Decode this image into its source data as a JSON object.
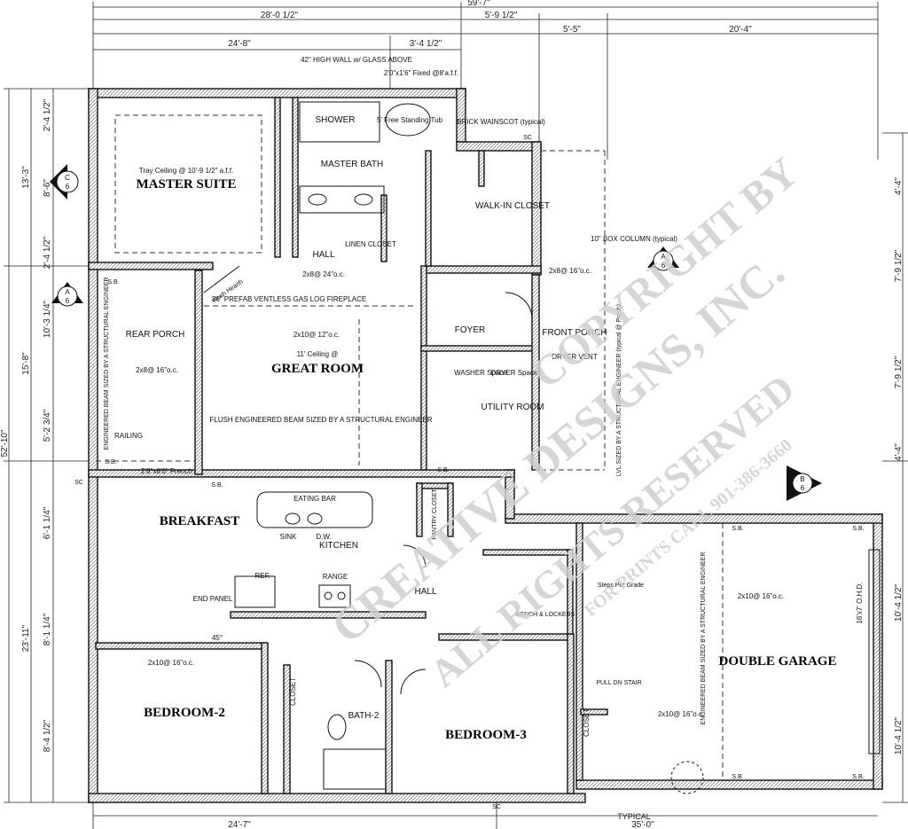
{
  "colors": {
    "ink": "#111111",
    "wall_fill": "#bdbdbd",
    "watermark": "#cfcfcf",
    "paper": "#ffffff"
  },
  "dimensions": {
    "overall": "59'-7\"",
    "top_a": "28'-0 1/2\"",
    "top_b": "5'-9 1/2\"",
    "top_c": "5'-5\"",
    "top_d": "20'-4\"",
    "top_e": "24'-8\"",
    "top_f": "3'-4 1/2\"",
    "left_total": "52'-10\"",
    "left_a": "13'-3\"",
    "left_b": "15'-8\"",
    "left_c": "23'-11\"",
    "left_d": "8'-6\"",
    "left_e": "10'-3 1/4\"",
    "left_f": "5'-2 3/4\"",
    "left_g": "6'-1 1/4\"",
    "left_h": "8'-1 1/4\"",
    "left_i": "8'-4 1/2\"",
    "left_j": "2'-4 1/2\"",
    "left_k": "2'-4 1/2\"",
    "right_a": "4'-4\"",
    "right_b": "7'-9 1/2\"",
    "right_c": "7'-9 1/2\"",
    "right_d": "4'-4\"",
    "right_e": "10'-4 1/2\"",
    "right_f": "10'-4 1/2\"",
    "bottom_a": "24'-7\"",
    "bottom_b": "35'-0\"",
    "bottom_typical": "TYPICAL"
  },
  "rooms": {
    "master_suite": "MASTER SUITE",
    "great_room": "GREAT ROOM",
    "breakfast": "BREAKFAST",
    "bedroom2": "BEDROOM-2",
    "bedroom3": "BEDROOM-3",
    "double_garage": "DOUBLE GARAGE",
    "rear_porch": "REAR PORCH",
    "front_porch": "FRONT PORCH",
    "master_bath": "MASTER BATH",
    "shower": "SHOWER",
    "walkin_closet": "WALK-IN CLOSET",
    "foyer": "FOYER",
    "utility_room": "UTILITY ROOM",
    "kitchen": "KITCHEN",
    "hall": "HALL",
    "hall2": "HALL",
    "bath2": "BATH-2",
    "linen_closet": "LINEN CLOSET",
    "pantry_closet": "PANTRY CLOSET",
    "closet_a": "CLOSET",
    "closet_b": "CLOSET"
  },
  "notes": {
    "tray_ceiling": "Tray Ceiling @ 10'-9 1/2\" a.f.f.",
    "glass_wall": "42\" HIGH WALL w/ GLASS ABOVE",
    "fixed_window": "2'0\"x1'6\" Fixed @8'a.f.f.",
    "tub": "5' Free Standing Tub",
    "brick": "BRICK WAINSCOT (typical)",
    "fireplace": "36\" PREFAB VENTLESS GAS LOG FIREPLACE",
    "flush_hearth": "Flush Hearth",
    "ceiling_11": "11' Ceiling @",
    "flush_beam": "FLUSH ENGINEERED BEAM SIZED BY A STRUCTURAL ENGINEER",
    "box_column": "10\" BOX COLUMN (typical)",
    "dryer_vent": "DRYER VENT",
    "washer": "WASHER Space",
    "dryer": "DRYER Space",
    "eating_bar": "EATING BAR",
    "sink": "SINK",
    "dw": "D.W.",
    "range": "RANGE",
    "ref": "REF.",
    "end_panel": "END PANEL",
    "railing": "RAILING",
    "steps": "Steps Per Grade",
    "bench": "BENCH & LOCKERS",
    "pull_stair": "PULL DN STAIR",
    "ohd": "16'x7' O.H.D.",
    "beam_garage": "ENGINEERED BEAM SIZED BY A STRUCTURAL ENGINEER",
    "beam_rear": "ENGINEERED BEAM SIZED BY A STRUCTURAL ENGINEER",
    "beam_front": "LVL SIZED BY A STRUCTURAL ENGINEER (typical @ Porch)",
    "joist_2x8": "2x8@ 16\"o.c.",
    "joist_2x10": "2x10@ 16\"o.c.",
    "joist_2x10_12": "2x10@ 12\"o.c.",
    "joist_2x8_24": "2x8@ 24\"o.c.",
    "french": "2'8\"x8'0\" French",
    "sb": "S.B.",
    "sc": "SC",
    "angle": "45°"
  },
  "watermark": {
    "line1": "COPYRIGHT BY",
    "line2": "CREATIVE DESIGNS, INC.",
    "line3": "ALL RIGHTS RESERVED",
    "line4": "FOR PRINTS CALL 901-386-3660"
  },
  "section_markers": [
    {
      "letter": "C",
      "number": "6"
    },
    {
      "letter": "A",
      "number": "6"
    },
    {
      "letter": "A",
      "number": "6"
    },
    {
      "letter": "B",
      "number": "6"
    }
  ]
}
